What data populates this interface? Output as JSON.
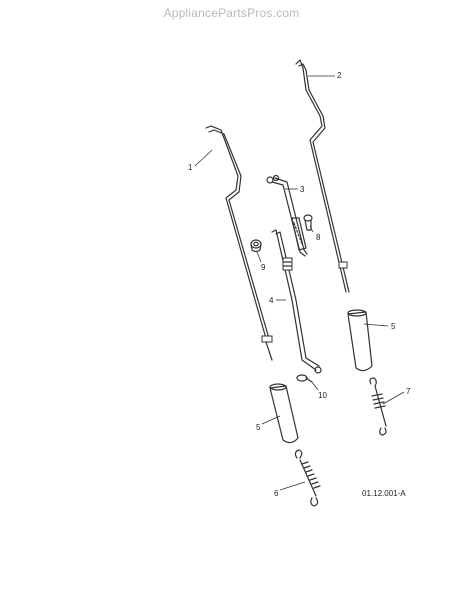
{
  "watermark": "AppliancePartsPros.com",
  "drawing_code": "01.12.001-A",
  "callouts": {
    "c1": "1",
    "c2": "2",
    "c3": "3",
    "c4": "4",
    "c5a": "5",
    "c5b": "5",
    "c6": "6",
    "c7": "7",
    "c8": "8",
    "c9": "9",
    "c10": "10"
  }
}
